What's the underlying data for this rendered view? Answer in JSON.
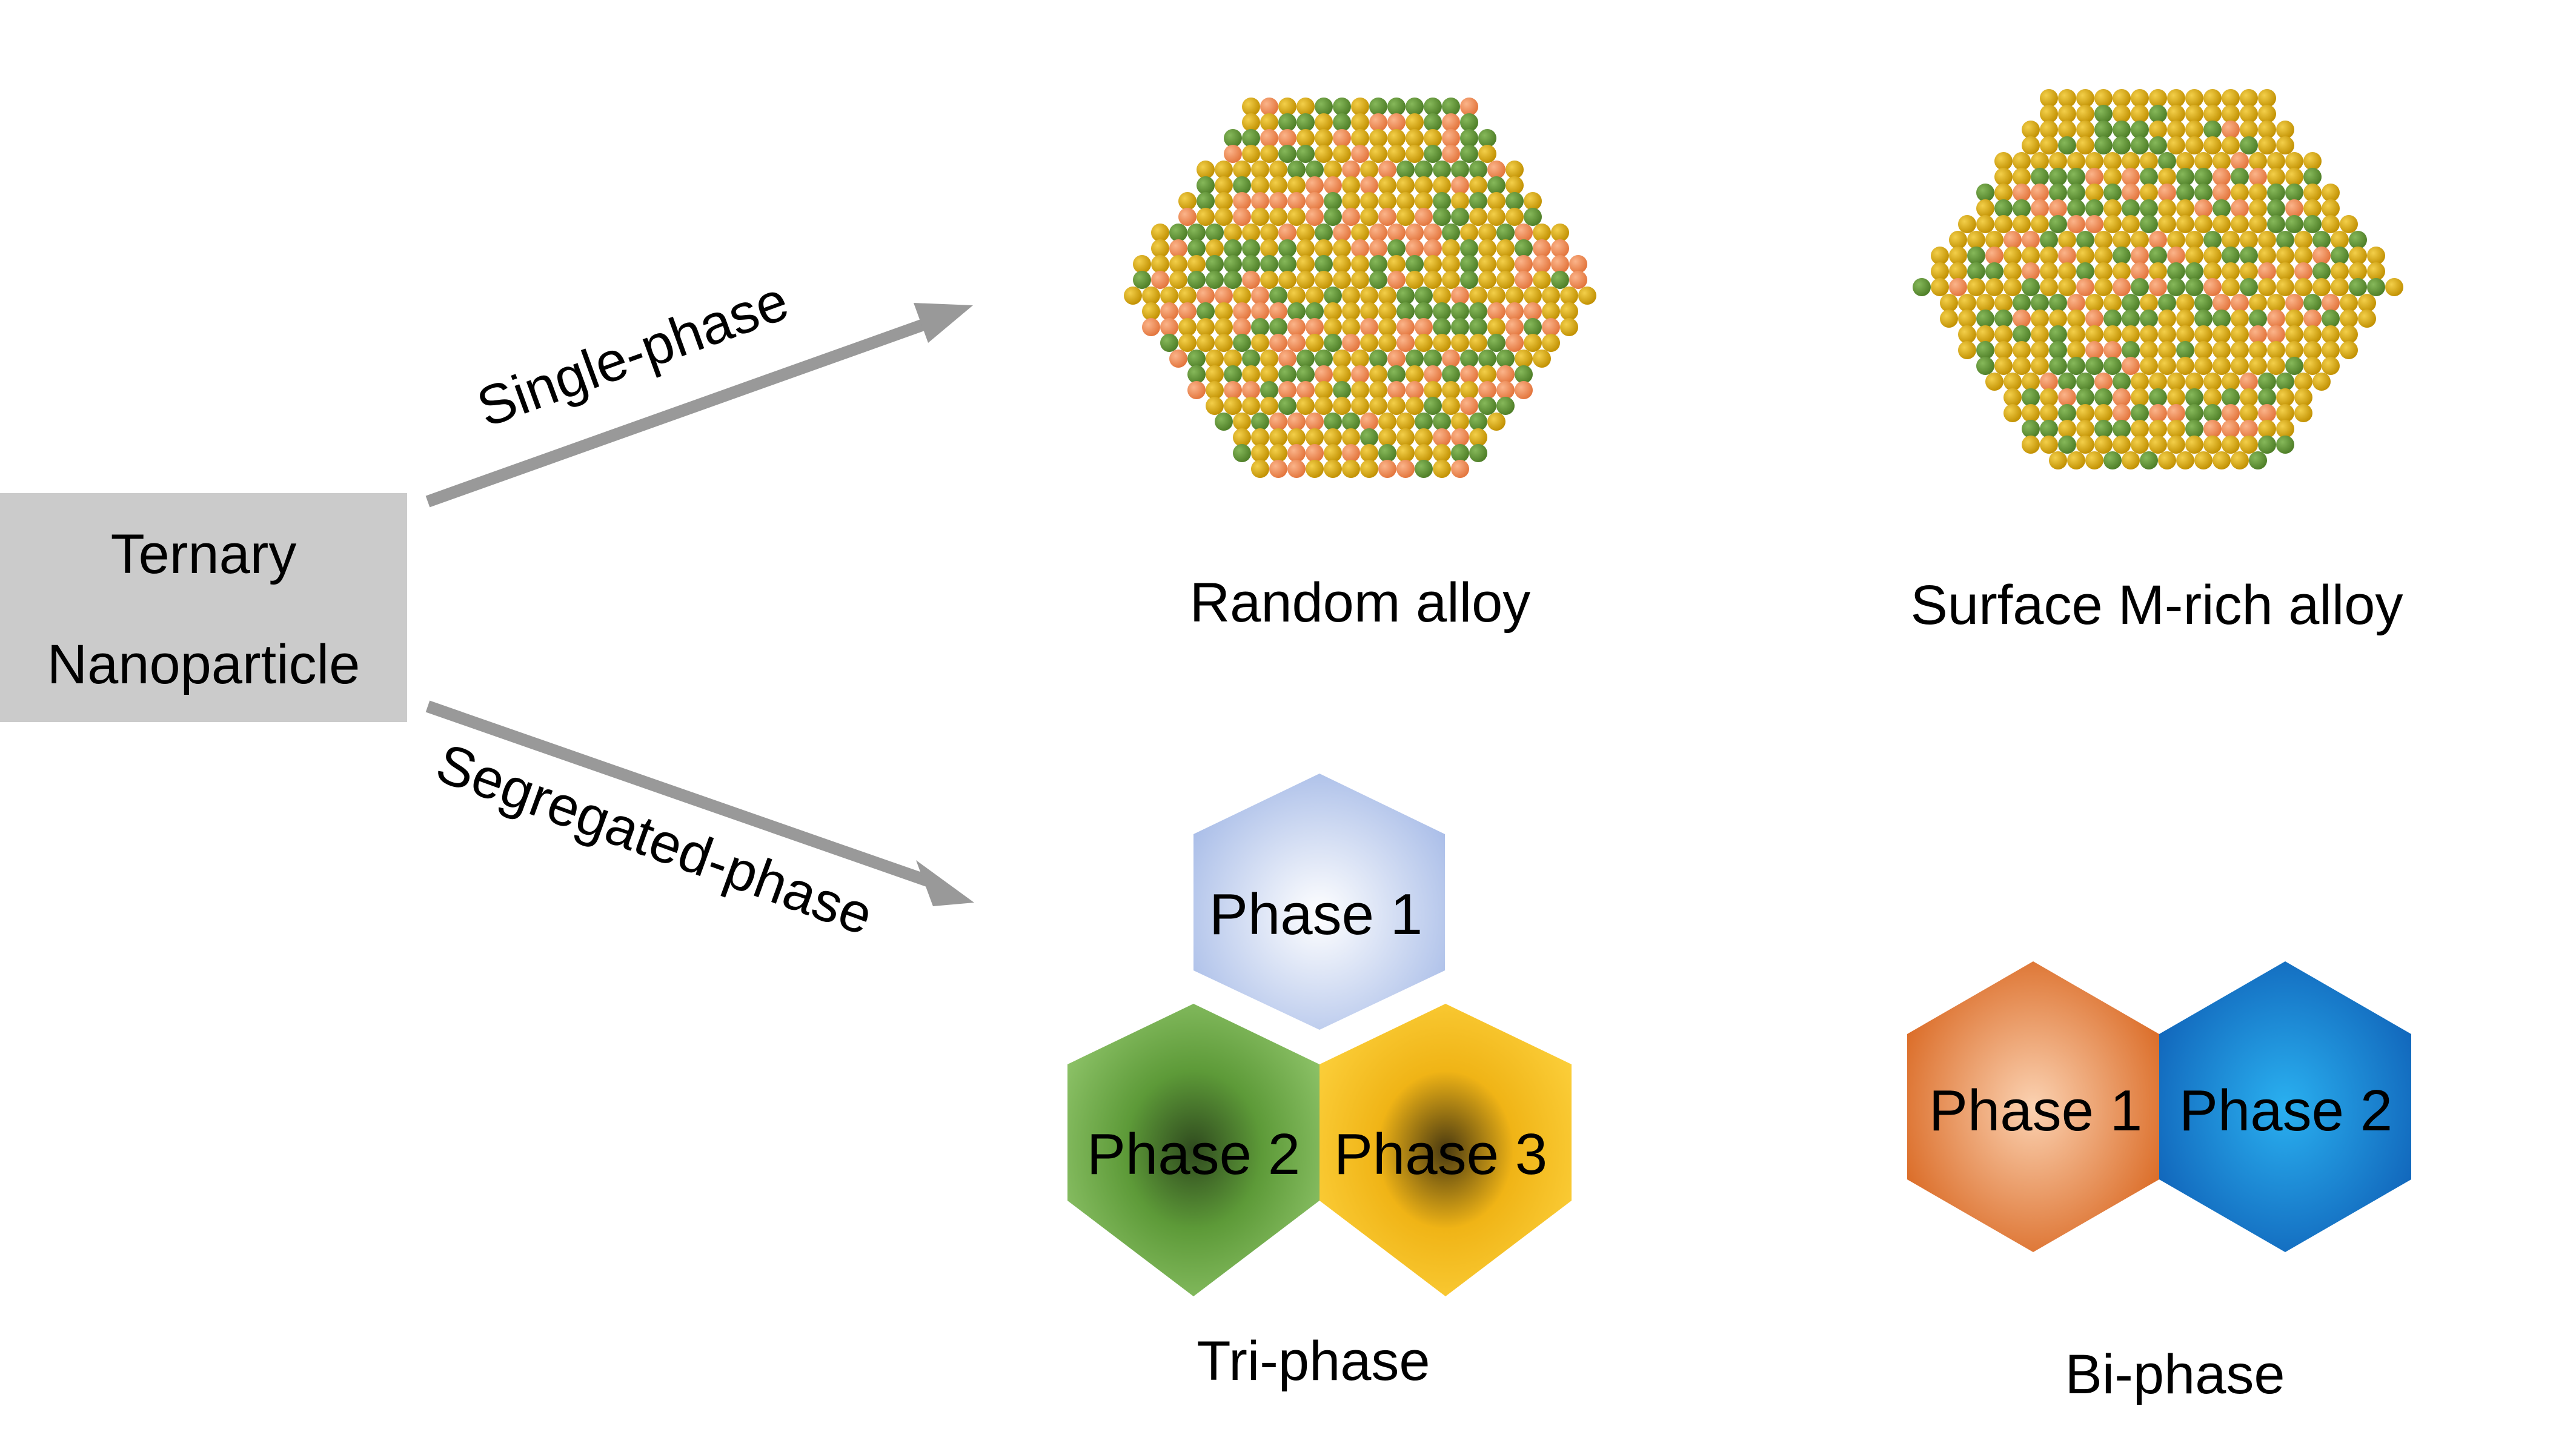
{
  "source": {
    "line1": "Ternary",
    "line2": "Nanoparticle"
  },
  "arrows": {
    "single": "Single-phase",
    "segregated": "Segregated-phase"
  },
  "structures": {
    "random": {
      "label": "Random alloy"
    },
    "surface": {
      "label": "Surface M-rich alloy"
    },
    "tri": {
      "label": "Tri-phase",
      "phase1": "Phase 1",
      "phase2": "Phase 2",
      "phase3": "Phase 3"
    },
    "bi": {
      "label": "Bi-phase",
      "phase1": "Phase 1",
      "phase2": "Phase 2"
    }
  },
  "colors": {
    "box": "#cbcbcb",
    "arrow": "#999999",
    "atom_gold": "#d9a400",
    "atom_green": "#5f9432",
    "atom_orange": "#ee8a4f",
    "phase_blue_light": "#a9bde8",
    "phase_green": "#6fb04a",
    "phase_yellow": "#f6bb1a",
    "phase_orange": "#dd6f27",
    "phase_blue": "#1976c8"
  }
}
